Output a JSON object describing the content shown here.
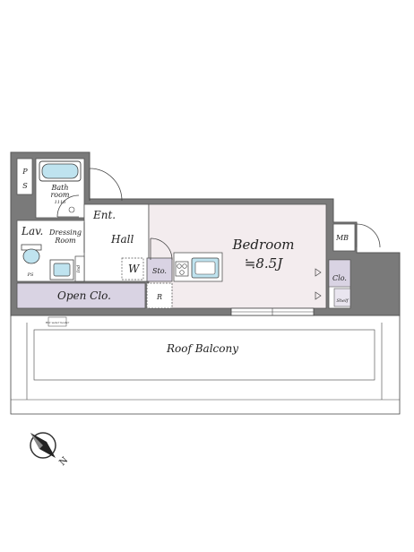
{
  "rooms": {
    "bedroom": {
      "name": "Bedroom",
      "size": "≒8.5J"
    },
    "bath": {
      "line1": "Bath",
      "line2": "room",
      "size": "1116"
    },
    "lav": "Lav.",
    "dressing": {
      "line1": "Dressing",
      "line2": "Room"
    },
    "ent": "Ent.",
    "hall": "Hall",
    "wardrobe": "W",
    "storage": "Sto.",
    "refrigerator": "R",
    "open_closet": "Open Clo.",
    "closet": "Clo.",
    "shelf": "Shelf",
    "meter_box": "MB",
    "pipe_space_p": "P",
    "pipe_space_s": "S",
    "ps": "PS",
    "washer_pan": "Ind",
    "roof_balcony": "Roof Balcony",
    "balcony_note": "Hot water heater"
  },
  "compass": {
    "label": "N"
  },
  "colors": {
    "wall": "#6f6f6f",
    "floor_living": "#f3ecee",
    "floor_service": "#d9d3e3",
    "line": "#444444",
    "fixture_blue": "#bfe3ef"
  }
}
